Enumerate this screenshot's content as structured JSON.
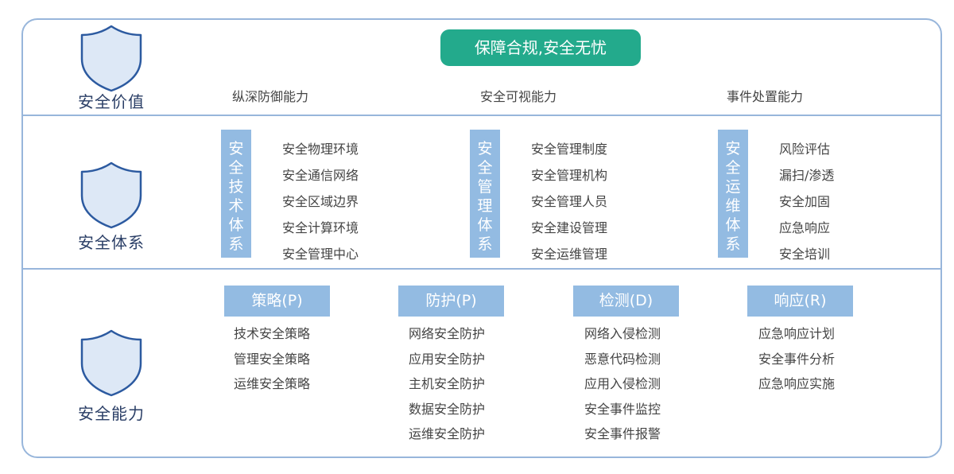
{
  "rows": {
    "value": {
      "label": "安全价值"
    },
    "system": {
      "label": "安全体系"
    },
    "capability": {
      "label": "安全能力"
    }
  },
  "banner": "保障合规,安全无忧",
  "values": [
    "纵深防御能力",
    "安全可视能力",
    "事件处置能力"
  ],
  "systems": [
    {
      "title_chars": [
        "安",
        "全",
        "技",
        "术",
        "体",
        "系"
      ],
      "items": [
        "安全物理环境",
        "安全通信网络",
        "安全区域边界",
        "安全计算环境",
        "安全管理中心"
      ]
    },
    {
      "title_chars": [
        "安",
        "全",
        "管",
        "理",
        "体",
        "系"
      ],
      "items": [
        "安全管理制度",
        "安全管理机构",
        "安全管理人员",
        "安全建设管理",
        "安全运维管理"
      ]
    },
    {
      "title_chars": [
        "安",
        "全",
        "运",
        "维",
        "体",
        "系"
      ],
      "items": [
        "风险评估",
        "漏扫/渗透",
        "安全加固",
        "应急响应",
        "安全培训"
      ]
    }
  ],
  "capabilities": [
    {
      "tag": "策略(P)",
      "items": [
        "技术安全策略",
        "管理安全策略",
        "运维安全策略"
      ]
    },
    {
      "tag": "防护(P)",
      "items": [
        "网络安全防护",
        "应用安全防护",
        "主机安全防护",
        "数据安全防护",
        "运维安全防护"
      ]
    },
    {
      "tag": "检测(D)",
      "items": [
        "网络入侵检测",
        "恶意代码检测",
        "应用入侵检测",
        "安全事件监控",
        "安全事件报警"
      ]
    },
    {
      "tag": "响应(R)",
      "items": [
        "应急响应计划",
        "安全事件分析",
        "应急响应实施"
      ]
    }
  ],
  "colors": {
    "border": "#98b6db",
    "banner": "#23aa8c",
    "tag": "#93bbe2",
    "shield_fill": "#dde8f6",
    "shield_stroke": "#2c5aa0"
  }
}
